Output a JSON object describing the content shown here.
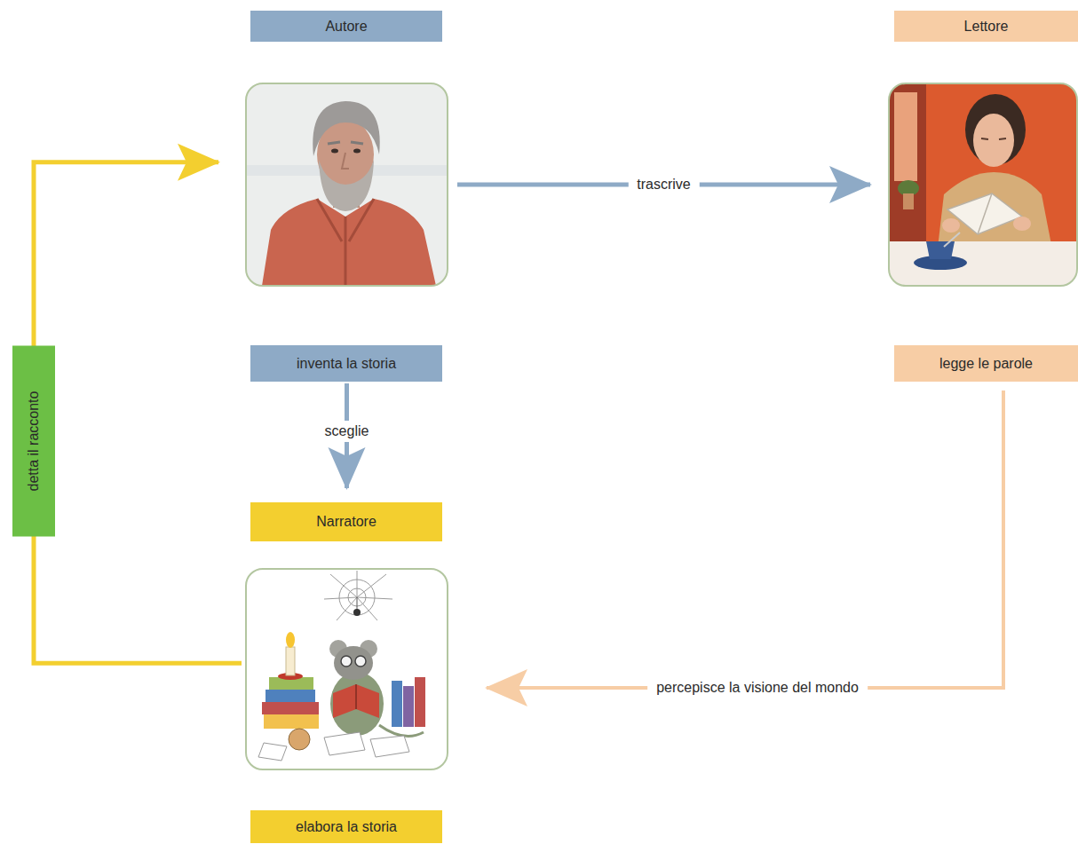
{
  "diagram": {
    "nodes": [
      {
        "text": [
          "Autore",
          "inventa la storia"
        ]
      },
      {
        "text": [
          "Lettore",
          "legge le parole"
        ]
      },
      {
        "text": [
          "Narratore",
          "elabora la storia"
        ]
      }
    ],
    "edges": [
      {
        "from": 0,
        "to": 1,
        "label": "trascrive",
        "arrow": "to"
      },
      {
        "from": 0,
        "to": 2,
        "label": "sceglie",
        "arrow": "to"
      },
      {
        "from": 2,
        "to": 0,
        "label": "detta il racconto",
        "arrow": "to"
      },
      {
        "from": 1,
        "to": 2,
        "label": "percepisce la visione del mondo",
        "arrow": "to"
      }
    ]
  }
}
